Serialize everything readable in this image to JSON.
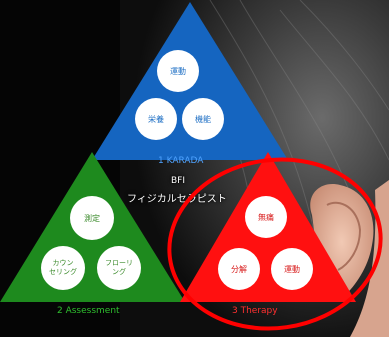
{
  "center": {
    "line1": "BFI",
    "line2": "フィジカルセラピスト"
  },
  "karada": {
    "label": "1 KARADA",
    "items": [
      "運動",
      "栄養",
      "機能"
    ],
    "color": "#1565c0"
  },
  "assessment": {
    "label": "2 Assessment",
    "items": [
      "測定",
      "カウン\nセリング",
      "フローリ\nング"
    ],
    "color": "#1e8a1e"
  },
  "therapy": {
    "label": "3 Therapy",
    "items": [
      "無痛",
      "分解",
      "運動"
    ],
    "color": "#ff0000"
  }
}
